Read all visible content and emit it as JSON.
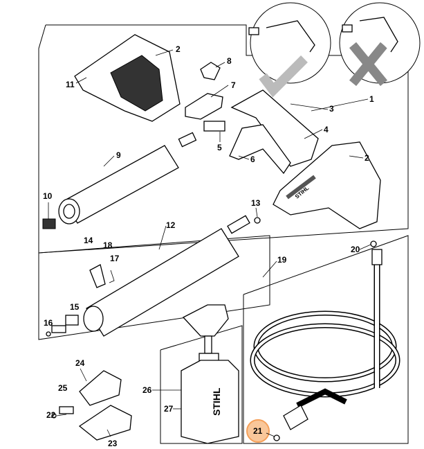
{
  "diagram": {
    "labels": [
      "1",
      "2",
      "2",
      "3",
      "4",
      "5",
      "6",
      "7",
      "8",
      "9",
      "10",
      "11",
      "12",
      "13",
      "14",
      "15",
      "16",
      "17",
      "18",
      "19",
      "20",
      "21",
      "22",
      "23",
      "24",
      "25",
      "26",
      "27"
    ],
    "highlighted_label": "21",
    "highlight_color": "#f5a05a",
    "logo_text": "STIHL",
    "icons": {
      "correct": "checkmark-icon",
      "incorrect": "cross-icon"
    }
  }
}
